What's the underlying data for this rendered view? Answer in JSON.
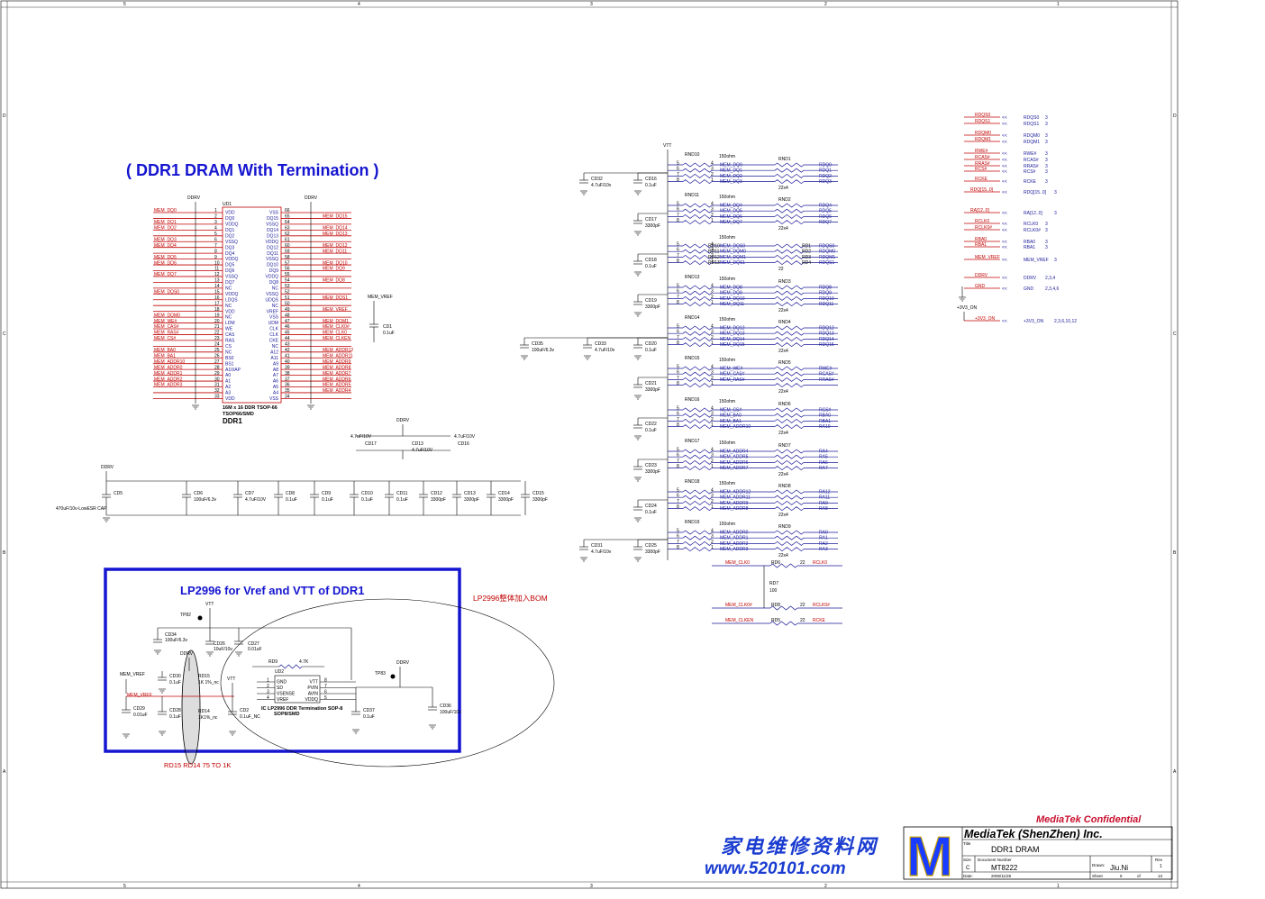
{
  "title_main": "( DDR1 DRAM With Termination )",
  "title_lp": "LP2996 for Vref and VTT of DDR1",
  "note_bom": "LP2996整体加入BOM",
  "note_rd": "RD15 RD14 75 TO 1K",
  "colors": {
    "wire": "#c00000",
    "ink": "#1a1a9a",
    "black": "#000000",
    "box": "#1515d0",
    "brand": "#c8102e"
  },
  "ud1": {
    "ref": "UD1",
    "rail": "DDRV",
    "rail2": "DDRV",
    "desc": "16M x 16 DDR TSOP-66",
    "pkg": "TSOP66/SMD",
    "name": "DDR1",
    "left_pins": [
      "VDD",
      "DQ0",
      "VDDQ",
      "DQ1",
      "DQ2",
      "VSSQ",
      "DQ3",
      "DQ4",
      "VDDQ",
      "DQ5",
      "DQ6",
      "VSSQ",
      "DQ7",
      "NC",
      "VDDQ",
      "LDQS",
      "NC",
      "VDD",
      "NC",
      "LDM",
      "WE",
      "CAS",
      "RAS",
      "CS",
      "NC",
      "BS0",
      "BS1",
      "A10/AP",
      "A0",
      "A1",
      "A2",
      "A3",
      "VDD"
    ],
    "left_nums": [
      "1",
      "2",
      "3",
      "4",
      "5",
      "6",
      "7",
      "8",
      "9",
      "10",
      "11",
      "12",
      "13",
      "14",
      "15",
      "16",
      "17",
      "18",
      "19",
      "20",
      "21",
      "22",
      "23",
      "24",
      "25",
      "26",
      "27",
      "28",
      "29",
      "30",
      "31",
      "32",
      "33"
    ],
    "left_nets": [
      "MEM_DQ0",
      "",
      "MEM_DQ1",
      "MEM_DQ2",
      "",
      "MEM_DQ3",
      "MEM_DQ4",
      "",
      "MEM_DQ5",
      "MEM_DQ6",
      "",
      "MEM_DQ7",
      "",
      "",
      "MEM_DQS0",
      "",
      "",
      "",
      "MEM_DQM0",
      "MEM_WE#",
      "MEM_CAS#",
      "MEM_RAS#",
      "MEM_CS#",
      "",
      "MEM_BA0",
      "MEM_BA1",
      "MEM_ADDR10",
      "MEM_ADDR0",
      "MEM_ADDR1",
      "MEM_ADDR2",
      "MEM_ADDR3",
      "",
      ""
    ],
    "right_pins": [
      "VSS",
      "DQ15",
      "VSSQ",
      "DQ14",
      "DQ13",
      "VDDQ",
      "DQ12",
      "DQ11",
      "VSSQ",
      "DQ10",
      "DQ9",
      "VDDQ",
      "DQ8",
      "NC",
      "VSSQ",
      "UDQS",
      "NC",
      "VREF",
      "VSS",
      "UDM",
      "CLK",
      "CLK",
      "CKE",
      "NC",
      "A12",
      "A11",
      "A9",
      "A8",
      "A7",
      "A6",
      "A5",
      "A4",
      "VSS"
    ],
    "right_nums": [
      "66",
      "65",
      "64",
      "63",
      "62",
      "61",
      "60",
      "59",
      "58",
      "57",
      "56",
      "55",
      "54",
      "53",
      "52",
      "51",
      "50",
      "49",
      "48",
      "47",
      "46",
      "45",
      "44",
      "43",
      "42",
      "41",
      "40",
      "39",
      "38",
      "37",
      "36",
      "35",
      "34"
    ],
    "right_nets": [
      "",
      "MEM_DQ15",
      "",
      "MEM_DQ14",
      "MEM_DQ13",
      "",
      "MEM_DQ12",
      "MEM_DQ11",
      "",
      "MEM_DQ10",
      "MEM_DQ9",
      "",
      "MEM_DQ8",
      "",
      "",
      "MEM_DQS1",
      "",
      "MEM_VREF",
      "",
      "MEM_DQM1",
      "MEM_CLK0#",
      "MEM_CLK0",
      "MEM_CLKEN",
      "",
      "MEM_ADDR12",
      "MEM_ADDR11",
      "MEM_ADDR9",
      "MEM_ADDR8",
      "MEM_ADDR7",
      "MEM_ADDR6",
      "MEM_ADDR5",
      "MEM_ADDR4",
      ""
    ]
  },
  "cd1": {
    "net": "MEM_VREF",
    "ref": "CD1",
    "val": "0.1uF"
  },
  "cgroup": {
    "rail": "DDRV",
    "c17": "CD17",
    "c17v": "4.7uF/10V",
    "c13": "CD13",
    "c13v": "4.7uF/10V",
    "c16": "CD16",
    "c16v": "4.7uF/10V"
  },
  "cbank": {
    "rail": "DDRV",
    "cap_desc": "470uF/10v-LowESR CAP",
    "caps": [
      {
        "ref": "CD5",
        "val": ""
      },
      {
        "ref": "CD6",
        "val": "100uF/6.3v"
      },
      {
        "ref": "CD7",
        "val": "4.7uF/10V"
      },
      {
        "ref": "CD8",
        "val": "0.1uF"
      },
      {
        "ref": "CD9",
        "val": "0.1uF"
      },
      {
        "ref": "CD10",
        "val": "0.1uF"
      },
      {
        "ref": "CD11",
        "val": "0.1uF"
      },
      {
        "ref": "CD12",
        "val": "3300pF"
      },
      {
        "ref": "CD13",
        "val": "3300pF"
      },
      {
        "ref": "CD14",
        "val": "3300pF"
      },
      {
        "ref": "CD15",
        "val": "3300pF"
      }
    ]
  },
  "vtt": {
    "rail": "VTT",
    "caps": [
      {
        "ref": "CD32",
        "val": "4.7uF/10v"
      },
      {
        "ref": "CD16",
        "val": "0.1uF"
      },
      {
        "ref": "CD17",
        "val": "3300pF"
      },
      {
        "ref": "CD18",
        "val": "0.1uF"
      },
      {
        "ref": "CD19",
        "val": "3300pF"
      },
      {
        "ref": "CD35",
        "val": "100uF/6.3v"
      },
      {
        "ref": "CD33",
        "val": "4.7uF/10v"
      },
      {
        "ref": "CD20",
        "val": "0.1uF"
      },
      {
        "ref": "CD21",
        "val": "3300pF"
      },
      {
        "ref": "CD22",
        "val": "0.1uF"
      },
      {
        "ref": "CD23",
        "val": "3300pF"
      },
      {
        "ref": "CD24",
        "val": "0.1uF"
      },
      {
        "ref": "CD31",
        "val": "4.7uF/10v"
      },
      {
        "ref": "CD25",
        "val": "3300pF"
      }
    ],
    "groups": [
      {
        "left": "RND10",
        "lval": "150ohm",
        "right": "RND1",
        "rval": "22x4",
        "nets": [
          "MEM_DQ0",
          "MEM_DQ1",
          "MEM_DQ2",
          "MEM_DQ3"
        ],
        "outs": [
          "RDQ0",
          "RDQ1",
          "RDQ2",
          "RDQ3"
        ]
      },
      {
        "left": "RND11",
        "lval": "150ohm",
        "right": "RND2",
        "rval": "22x4",
        "nets": [
          "MEM_DQ4",
          "MEM_DQ5",
          "MEM_DQ6",
          "MEM_DQ7"
        ],
        "outs": [
          "RDQ4",
          "RDQ5",
          "RDQ6",
          "RDQ7"
        ]
      },
      {
        "left": "",
        "lval": "150ohm",
        "right": "",
        "rval": "22",
        "nets": [
          "MEM_DQS0",
          "MEM_DQM0",
          "MEM_DQM1",
          "MEM_DQS1"
        ],
        "outs": [
          "RDQS0",
          "RDQM0",
          "RDQM1",
          "RDQS1"
        ],
        "lrefs": [
          "RD10",
          "RD11",
          "RD12",
          "RD13"
        ],
        "rrefs": [
          "RD1",
          "RD2",
          "RD3",
          "RD4"
        ]
      },
      {
        "left": "RND13",
        "lval": "150ohm",
        "right": "RND3",
        "rval": "22x4",
        "nets": [
          "MEM_DQ8",
          "MEM_DQ9",
          "MEM_DQ10",
          "MEM_DQ11"
        ],
        "outs": [
          "RDQ8",
          "RDQ9",
          "RDQ10",
          "RDQ11"
        ]
      },
      {
        "left": "RND14",
        "lval": "150ohm",
        "right": "RND4",
        "rval": "22x4",
        "nets": [
          "MEM_DQ12",
          "MEM_DQ13",
          "MEM_DQ14",
          "MEM_DQ15"
        ],
        "outs": [
          "RDQ12",
          "RDQ13",
          "RDQ14",
          "RDQ15"
        ]
      },
      {
        "left": "RND15",
        "lval": "150ohm",
        "right": "RND5",
        "rval": "22x4",
        "nets": [
          "MEM_WE#",
          "MEM_CAS#",
          "MEM_RAS#",
          ""
        ],
        "outs": [
          "RWE#",
          "RCAS#",
          "RRAS#",
          ""
        ]
      },
      {
        "left": "RND16",
        "lval": "150ohm",
        "right": "RND6",
        "rval": "22x4",
        "nets": [
          "MEM_CS#",
          "MEM_BA0",
          "MEM_BA1",
          "MEM_ADDR10"
        ],
        "outs": [
          "RCS#",
          "RBA0",
          "RBA1",
          "RA10"
        ]
      },
      {
        "left": "RND17",
        "lval": "150ohm",
        "right": "RND7",
        "rval": "22x4",
        "nets": [
          "MEM_ADDR4",
          "MEM_ADDR5",
          "MEM_ADDR6",
          "MEM_ADDR7"
        ],
        "outs": [
          "RA4",
          "RA5",
          "RA6",
          "RA7"
        ]
      },
      {
        "left": "RND18",
        "lval": "150ohm",
        "right": "RND8",
        "rval": "22x4",
        "nets": [
          "MEM_ADDR12",
          "MEM_ADDR11",
          "MEM_ADDR9",
          "MEM_ADDR8"
        ],
        "outs": [
          "RA12",
          "RA11",
          "RA9",
          "RA8"
        ]
      },
      {
        "left": "RND19",
        "lval": "150ohm",
        "right": "RND9",
        "rval": "22x4",
        "nets": [
          "MEM_ADDR0",
          "MEM_ADDR1",
          "MEM_ADDR2",
          "MEM_ADDR3"
        ],
        "outs": [
          "RA0",
          "RA1",
          "RA2",
          "RA3"
        ]
      }
    ],
    "clk": [
      {
        "net": "MEM_CLK0",
        "ref": "RD6",
        "val": "22",
        "out": "RCLK0"
      },
      {
        "net": "MEM_CLK0#",
        "ref": "RD8",
        "val": "22",
        "out": "RCLK0#"
      },
      {
        "net": "MEM_CLKEN",
        "ref": "RD5",
        "val": "22",
        "out": "RCKE"
      }
    ],
    "rd7": {
      "ref": "RD7",
      "val": "100"
    }
  },
  "ports": [
    {
      "wire": "RDQS0",
      "name": "RDQS0",
      "sheet": "3"
    },
    {
      "wire": "RDQS1",
      "name": "RDQS1",
      "sheet": "3"
    },
    {
      "wire": "RDQM0",
      "name": "RDQM0",
      "sheet": "3"
    },
    {
      "wire": "RDQM1",
      "name": "RDQM1",
      "sheet": "3"
    },
    {
      "wire": "RWE#",
      "name": "RWE#",
      "sheet": "3"
    },
    {
      "wire": "RCAS#",
      "name": "RCAS#",
      "sheet": "3"
    },
    {
      "wire": "RRAS#",
      "name": "RRAS#",
      "sheet": "3"
    },
    {
      "wire": "RCS#",
      "name": "RCS#",
      "sheet": "3"
    },
    {
      "wire": "RCKE",
      "name": "RCKE",
      "sheet": "3"
    },
    {
      "wire": "RDQ[15..0]",
      "name": "RDQ[15..0]",
      "sheet": "3"
    },
    {
      "wire": "RA[12..0]",
      "name": "RA[12..0]",
      "sheet": "3"
    },
    {
      "wire": "RCLK0",
      "name": "RCLK0",
      "sheet": "3"
    },
    {
      "wire": "RCLK0#",
      "name": "RCLK0#",
      "sheet": "3"
    },
    {
      "wire": "RBA0",
      "name": "RBA0",
      "sheet": "3"
    },
    {
      "wire": "RBA1",
      "name": "RBA1",
      "sheet": "3"
    },
    {
      "wire": "MEM_VREF",
      "name": "MEM_VREF",
      "sheet": "3"
    },
    {
      "wire": "DDRV",
      "name": "DDRV",
      "sheet": "2,3,4"
    },
    {
      "wire": "GND",
      "name": "GND",
      "sheet": "2,3,4,6"
    },
    {
      "wire": "+3V3_ON",
      "name": "+3V3_ON",
      "sheet": "2,3,6,10,12"
    }
  ],
  "p3v3": "+3V3_ON",
  "lp": {
    "tp82": "TP82",
    "vtt": "VTT",
    "cd34": "CD34",
    "cd34v": "100uF/6.3v",
    "cd26": "CD26",
    "cd26v": "10uF/10v",
    "cd27": "CD27",
    "cd27v": "0.01uF",
    "rd9": "RD9",
    "rd9v": "4.7K",
    "ud2": "UD2",
    "pins_l": [
      "GND",
      "SD",
      "VSENSE",
      "VREF"
    ],
    "pins_l_n": [
      "1",
      "2",
      "3",
      "4"
    ],
    "pins_r": [
      "VTT",
      "PVIN",
      "AVIN",
      "VDDQ"
    ],
    "pins_r_n": [
      "8",
      "7",
      "6",
      "5"
    ],
    "ddrv": "DDRV",
    "memvref": "MEM_VREF",
    "rd15": "RD15",
    "rd15v": "1K 1%_nc",
    "rd14": "RD14",
    "rd14v": "1K1%_nc",
    "cd30": "CD30",
    "cd30v": "0.1uF",
    "cd29": "CD29",
    "cd29v": "0.01uF",
    "cd28": "CD28",
    "cd28v": "0.1uF",
    "cd2": "CD2",
    "cd2v": "0.1uF_NC",
    "tp83": "TP83",
    "ddrv2": "DDRV",
    "cd37": "CD37",
    "cd37v": "0.1uF",
    "cd36": "CD36",
    "cd36v": "100uF/10v",
    "vtt2": "VTT",
    "memvref2": "MEM_VREF",
    "desc": "IC LP2996 DDR Termination SOP-8",
    "pkg": "SOP8/SMD"
  },
  "tb": {
    "confidential": "MediaTek Confidential",
    "company": "MediaTek (ShenZhen) Inc.",
    "title_lbl": "Title",
    "title": "DDR1 DRAM",
    "size_lbl": "Size",
    "size": "C",
    "docno_lbl": "Document Number",
    "docno": "MT8222",
    "rev_lbl": "Rev",
    "rev": "1",
    "date_lbl": "Date:",
    "date": "2006/11/26",
    "sheet_lbl": "Sheet",
    "sheet": "5",
    "of_lbl": "of",
    "of": "13",
    "drawn_lbl": "Drawn:",
    "drawn": "Jiu.Ni",
    "logo": "M"
  },
  "watermark": {
    "cn": "家电维修资料网",
    "url": "www.520101.com"
  },
  "border": {
    "top": [
      "5",
      "4",
      "3",
      "2",
      "1"
    ],
    "side": [
      "D",
      "C",
      "B",
      "A"
    ]
  }
}
